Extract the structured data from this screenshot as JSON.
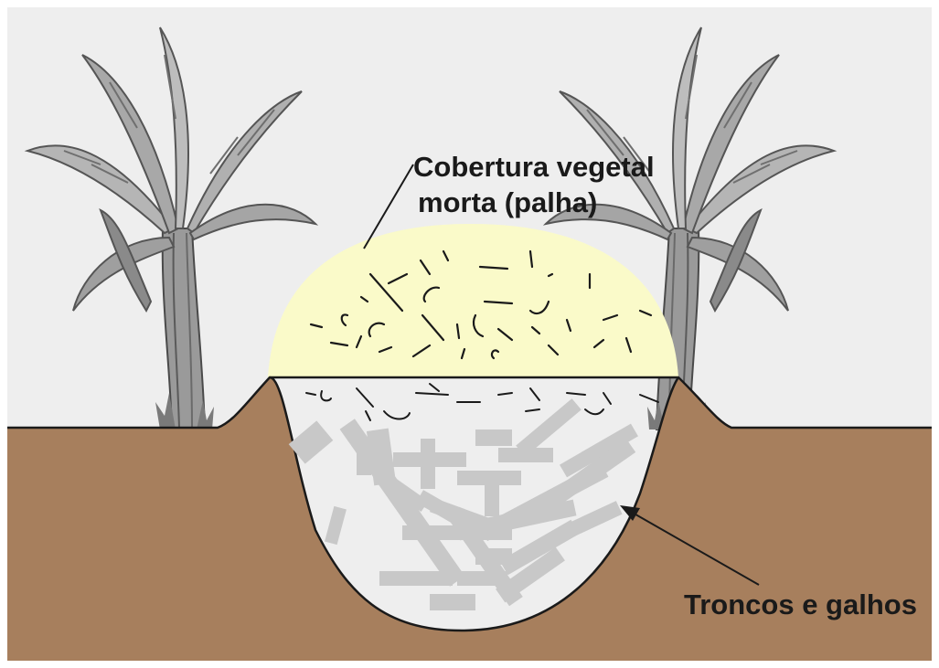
{
  "labels": {
    "mulch": {
      "line1": "Cobertura vegetal",
      "line2": "morta (palha)"
    },
    "trunks": "Troncos e galhos"
  },
  "icons": [
    "banana-tree-icon",
    "banana-tree-icon"
  ],
  "colors": {
    "sky": "#eeeeee",
    "soil": "#a77f5d",
    "mulch_mound": "#fafac9",
    "branches": "#c8c8c8",
    "outline": "#1a1a1a",
    "tree_leaf": "#b5b5b5",
    "tree_leaf_dark": "#6f6f6f",
    "tree_trunk": "#9a9a9a"
  }
}
